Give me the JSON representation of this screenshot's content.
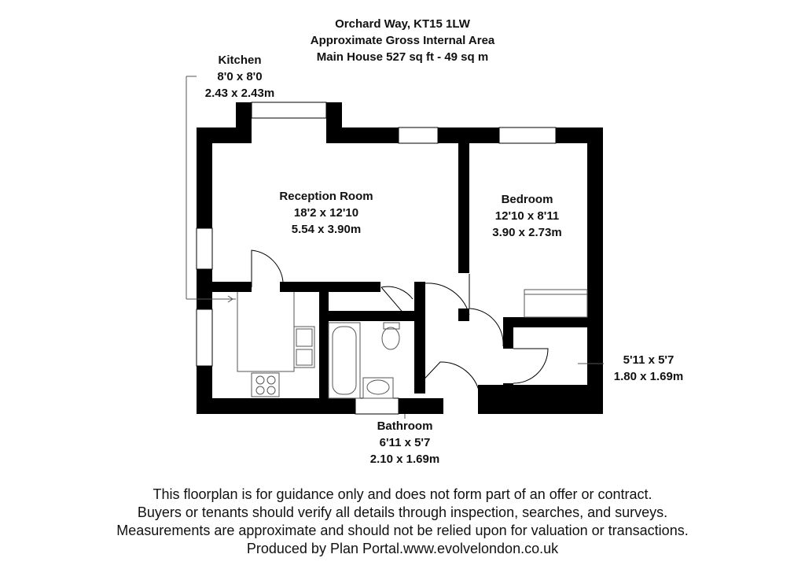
{
  "header": {
    "line1": "Orchard Way, KT15 1LW",
    "line2": "Approximate Gross Internal Area",
    "line3": "Main House 527 sq ft - 49 sq m"
  },
  "rooms": {
    "kitchen": {
      "name": "Kitchen",
      "imperial": "8'0 x 8'0",
      "metric": "2.43 x 2.43m"
    },
    "reception": {
      "name": "Reception Room",
      "imperial": "18'2 x 12'10",
      "metric": "5.54 x 3.90m"
    },
    "bedroom": {
      "name": "Bedroom",
      "imperial": "12'10 x 8'11",
      "metric": "3.90 x 2.73m"
    },
    "store": {
      "imperial": "5'11 x 5'7",
      "metric": "1.80 x 1.69m"
    },
    "bathroom": {
      "name": "Bathroom",
      "imperial": "6'11 x 5'7",
      "metric": "2.10 x 1.69m"
    }
  },
  "disclaimer": {
    "line1": "This floorplan is for guidance only and does not form part of an offer or contract.",
    "line2": "Buyers or tenants should verify all details through inspection, searches, and surveys.",
    "line3": "Measurements are approximate and should not be relied upon for valuation or transactions.",
    "line4": "Produced by Plan Portal.www.evolvelondon.co.uk"
  },
  "colors": {
    "wall": "#000000",
    "fixture": "#555555",
    "background": "#ffffff"
  }
}
